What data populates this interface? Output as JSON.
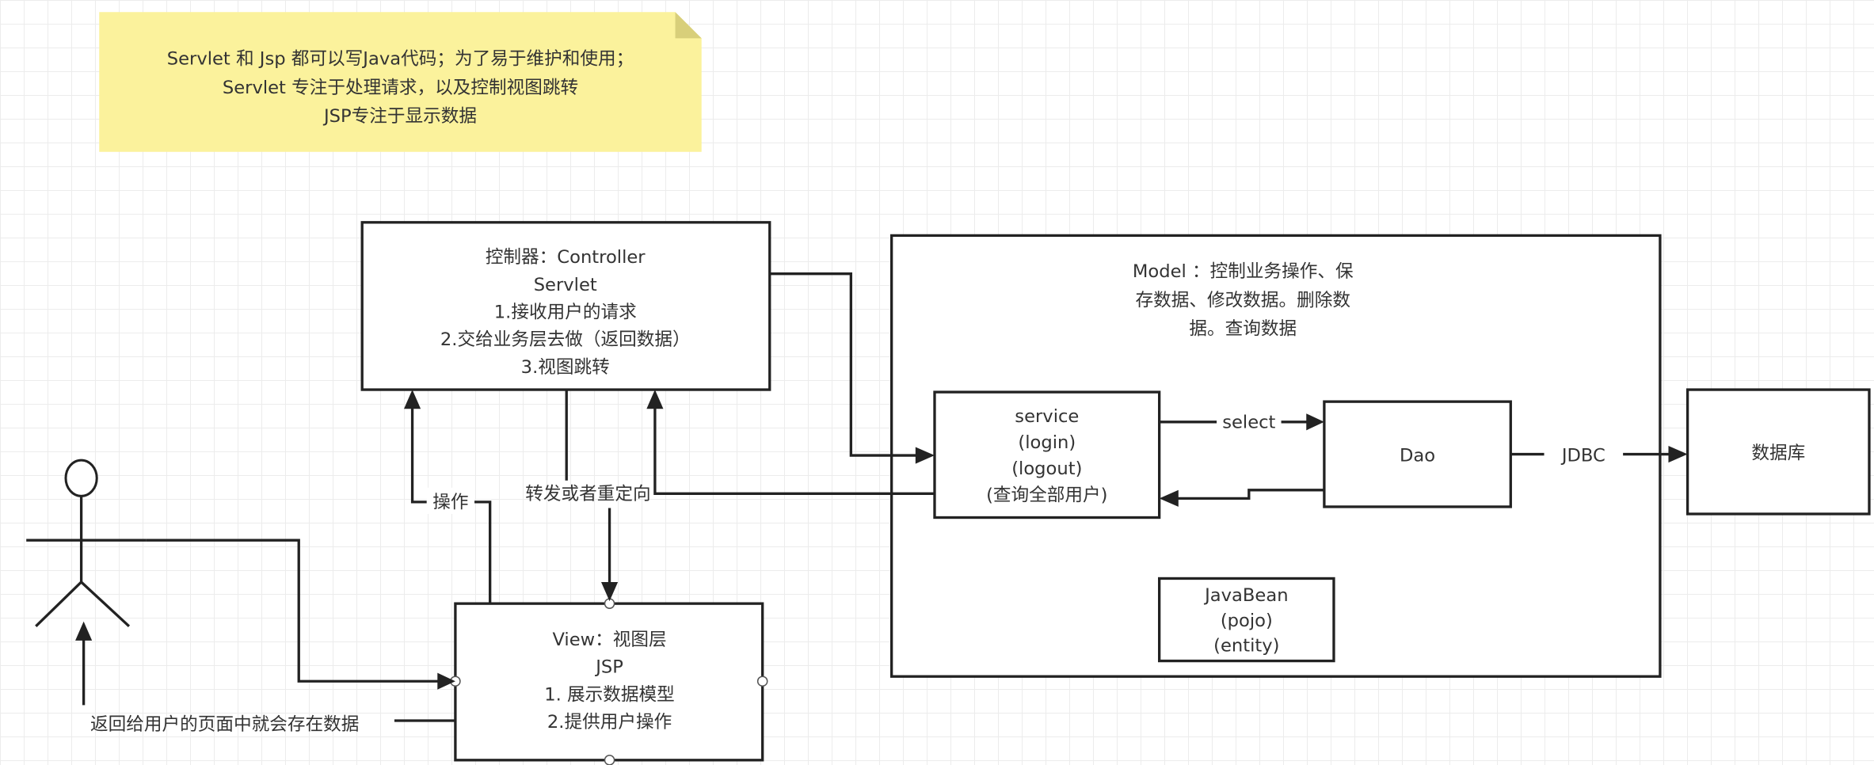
{
  "note": {
    "lines": [
      "Servlet 和 Jsp  都可以写Java代码；为了易于维护和使用；",
      "Servlet 专注于处理请求，以及控制视图跳转",
      "JSP专注于显示数据"
    ],
    "color": "#fbf29c"
  },
  "controller": {
    "lines": [
      "控制器：Controller",
      "Servlet",
      "1.接收用户的请求",
      "2.交给业务层去做（返回数据）",
      "3.视图跳转"
    ]
  },
  "model": {
    "lines": [
      "Model ：控制业务操作、保",
      "存数据、修改数据。删除数",
      "据。查询数据"
    ]
  },
  "service": {
    "lines": [
      "service",
      "(login)",
      "(logout)",
      "(查询全部用户)"
    ]
  },
  "dao": {
    "label": "Dao"
  },
  "database": {
    "label": "数据库"
  },
  "javabean": {
    "lines": [
      "JavaBean",
      "(pojo)",
      "(entity)"
    ]
  },
  "view": {
    "lines": [
      "View：视图层",
      "JSP",
      "1. 展示数据模型",
      "2.提供用户操作"
    ]
  },
  "edges": {
    "select": "select",
    "jdbc": "JDBC",
    "operate": "操作",
    "forward": "转发或者重定向",
    "return_to_user": "返回给用户的页面中就会存在数据"
  }
}
